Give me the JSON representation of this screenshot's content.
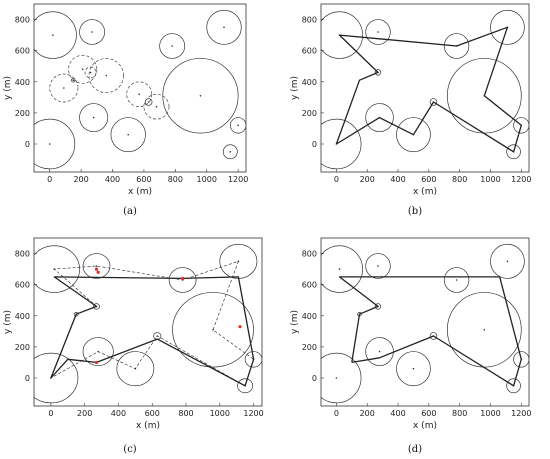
{
  "chart_data": [
    {
      "type": "scatter",
      "label": "(a)",
      "xlabel": "x (m)",
      "ylabel": "y (m)",
      "xlim": [
        -100,
        1250
      ],
      "ylim": [
        -180,
        900
      ],
      "xticks": [
        0,
        200,
        400,
        600,
        800,
        1000,
        1200
      ],
      "yticks": [
        0,
        200,
        400,
        600,
        800
      ],
      "circles": [
        {
          "x": 20,
          "y": 700,
          "r": 150
        },
        {
          "x": 270,
          "y": 720,
          "r": 80
        },
        {
          "x": 150,
          "y": 410,
          "r": 12
        },
        {
          "x": 280,
          "y": 170,
          "r": 90
        },
        {
          "x": 0,
          "y": 0,
          "r": 160
        },
        {
          "x": 500,
          "y": 60,
          "r": 110
        },
        {
          "x": 780,
          "y": 630,
          "r": 80
        },
        {
          "x": 1110,
          "y": 750,
          "r": 110
        },
        {
          "x": 960,
          "y": 310,
          "r": 240
        },
        {
          "x": 1200,
          "y": 120,
          "r": 50
        },
        {
          "x": 1150,
          "y": -50,
          "r": 45
        },
        {
          "x": 630,
          "y": 270,
          "r": 22
        }
      ],
      "dashed_circles": [
        {
          "x": 90,
          "y": 360,
          "r": 90
        },
        {
          "x": 210,
          "y": 480,
          "r": 90
        },
        {
          "x": 360,
          "y": 440,
          "r": 110
        },
        {
          "x": 570,
          "y": 320,
          "r": 80
        },
        {
          "x": 680,
          "y": 240,
          "r": 80
        },
        {
          "x": 260,
          "y": 460,
          "r": 35
        }
      ],
      "paths": []
    },
    {
      "type": "line",
      "label": "(b)",
      "xlabel": "x (m)",
      "ylabel": "y (m)",
      "xlim": [
        -100,
        1250
      ],
      "ylim": [
        -180,
        900
      ],
      "xticks": [
        0,
        200,
        400,
        600,
        800,
        1000,
        1200
      ],
      "yticks": [
        0,
        200,
        400,
        600,
        800
      ],
      "circles": [
        {
          "x": 20,
          "y": 700,
          "r": 150
        },
        {
          "x": 270,
          "y": 720,
          "r": 80
        },
        {
          "x": 270,
          "y": 460,
          "r": 18
        },
        {
          "x": 280,
          "y": 170,
          "r": 90
        },
        {
          "x": 0,
          "y": 0,
          "r": 160
        },
        {
          "x": 500,
          "y": 60,
          "r": 110
        },
        {
          "x": 780,
          "y": 630,
          "r": 80
        },
        {
          "x": 1110,
          "y": 750,
          "r": 110
        },
        {
          "x": 960,
          "y": 310,
          "r": 240
        },
        {
          "x": 1200,
          "y": 120,
          "r": 50
        },
        {
          "x": 1150,
          "y": -50,
          "r": 45
        },
        {
          "x": 630,
          "y": 270,
          "r": 22
        }
      ],
      "dashed_circles": [],
      "paths": [
        {
          "style": "solid",
          "x": [
            0,
            150,
            270,
            20,
            780,
            1110,
            960,
            1200,
            1150,
            630,
            500,
            280,
            0
          ],
          "y": [
            0,
            410,
            460,
            700,
            630,
            750,
            310,
            120,
            -50,
            270,
            60,
            170,
            0
          ]
        }
      ]
    },
    {
      "type": "line",
      "label": "(c)",
      "xlabel": "x (m)",
      "ylabel": "y (m)",
      "xlim": [
        -100,
        1250
      ],
      "ylim": [
        -180,
        900
      ],
      "xticks": [
        0,
        200,
        400,
        600,
        800,
        1000,
        1200
      ],
      "yticks": [
        0,
        200,
        400,
        600,
        800
      ],
      "circles": [
        {
          "x": 20,
          "y": 700,
          "r": 150
        },
        {
          "x": 270,
          "y": 720,
          "r": 80
        },
        {
          "x": 150,
          "y": 410,
          "r": 12
        },
        {
          "x": 270,
          "y": 460,
          "r": 18
        },
        {
          "x": 280,
          "y": 170,
          "r": 90
        },
        {
          "x": 0,
          "y": 0,
          "r": 160
        },
        {
          "x": 500,
          "y": 60,
          "r": 110
        },
        {
          "x": 780,
          "y": 630,
          "r": 80
        },
        {
          "x": 1110,
          "y": 750,
          "r": 110
        },
        {
          "x": 960,
          "y": 310,
          "r": 240
        },
        {
          "x": 1200,
          "y": 120,
          "r": 50
        },
        {
          "x": 1150,
          "y": -50,
          "r": 45
        },
        {
          "x": 630,
          "y": 270,
          "r": 22
        }
      ],
      "dashed_circles": [],
      "paths": [
        {
          "style": "solid",
          "x": [
            0,
            150,
            270,
            20,
            780,
            1110,
            1200,
            1150,
            630,
            270,
            100,
            0
          ],
          "y": [
            0,
            410,
            460,
            650,
            640,
            650,
            120,
            -50,
            250,
            100,
            120,
            0
          ]
        },
        {
          "style": "dashed",
          "x": [
            0,
            150,
            270,
            20,
            270,
            780,
            1110,
            960,
            1200,
            1150,
            630,
            500,
            280,
            0
          ],
          "y": [
            0,
            410,
            460,
            700,
            720,
            630,
            750,
            310,
            120,
            -50,
            270,
            60,
            170,
            0
          ]
        }
      ],
      "red_points": [
        {
          "x": 270,
          "y": 700
        },
        {
          "x": 780,
          "y": 640
        },
        {
          "x": 1120,
          "y": 330
        },
        {
          "x": 270,
          "y": 100
        },
        {
          "x": 280,
          "y": 680
        }
      ]
    },
    {
      "type": "line",
      "label": "(d)",
      "xlabel": "x (m)",
      "ylabel": "y (m)",
      "xlim": [
        -100,
        1250
      ],
      "ylim": [
        -180,
        900
      ],
      "xticks": [
        0,
        200,
        400,
        600,
        800,
        1000,
        1200
      ],
      "yticks": [
        0,
        200,
        400,
        600,
        800
      ],
      "circles": [
        {
          "x": 20,
          "y": 700,
          "r": 150
        },
        {
          "x": 270,
          "y": 720,
          "r": 80
        },
        {
          "x": 150,
          "y": 410,
          "r": 12
        },
        {
          "x": 270,
          "y": 460,
          "r": 18
        },
        {
          "x": 280,
          "y": 170,
          "r": 90
        },
        {
          "x": 0,
          "y": 0,
          "r": 160
        },
        {
          "x": 500,
          "y": 60,
          "r": 110
        },
        {
          "x": 780,
          "y": 630,
          "r": 80
        },
        {
          "x": 1110,
          "y": 750,
          "r": 110
        },
        {
          "x": 960,
          "y": 310,
          "r": 240
        },
        {
          "x": 1200,
          "y": 120,
          "r": 50
        },
        {
          "x": 1150,
          "y": -50,
          "r": 45
        },
        {
          "x": 630,
          "y": 270,
          "r": 22
        }
      ],
      "dashed_circles": [],
      "paths": [
        {
          "style": "solid",
          "x": [
            100,
            150,
            270,
            20,
            1060,
            1200,
            1150,
            630,
            280,
            100
          ],
          "y": [
            100,
            410,
            460,
            650,
            650,
            120,
            -50,
            270,
            130,
            100
          ]
        }
      ]
    }
  ]
}
